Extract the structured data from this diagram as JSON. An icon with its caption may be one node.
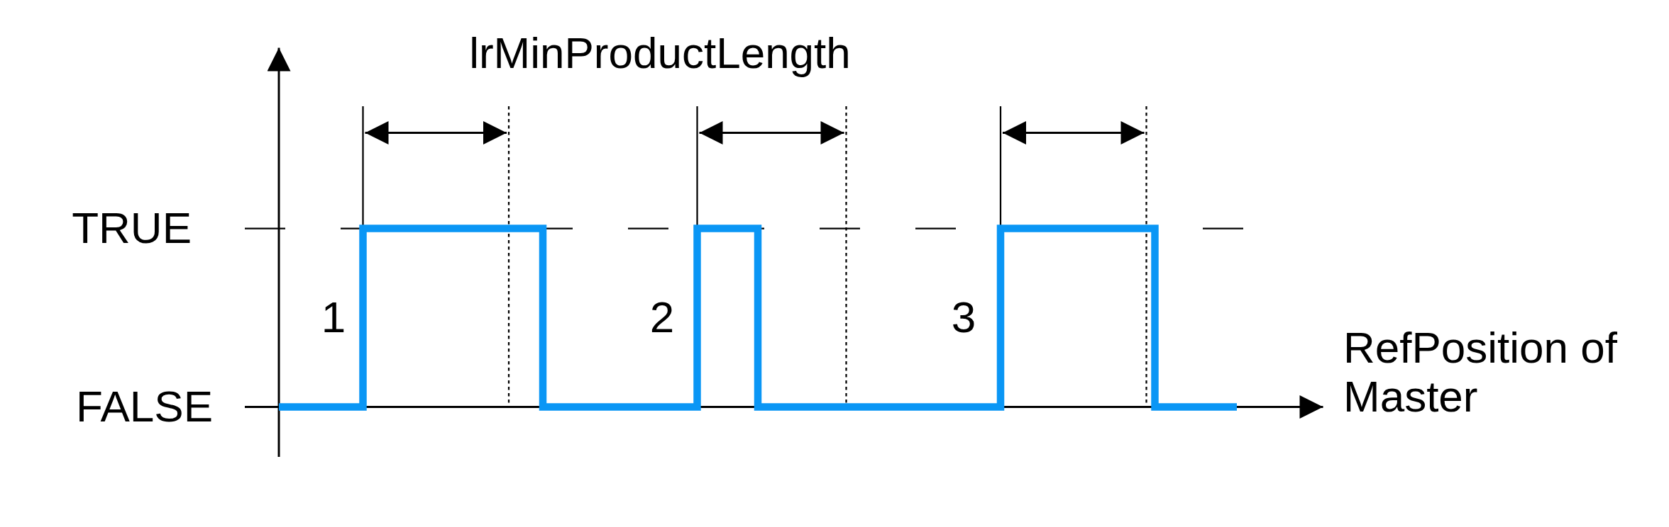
{
  "diagram": {
    "labels": [
      "lrMinProductLength",
      "TRUE",
      "FALSE",
      "1",
      "2",
      "3",
      "RefPosition of Master"
    ]
  }
}
